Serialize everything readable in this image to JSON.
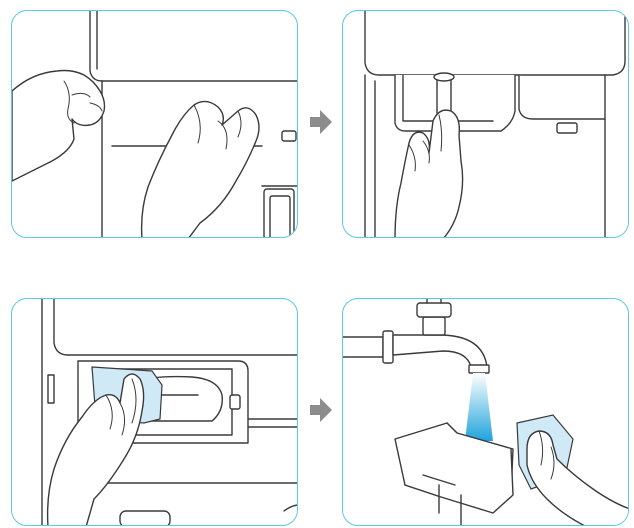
{
  "figure": {
    "panels": [
      {
        "id": "step-1",
        "depicts": "two-hands-gripping-drip-tray-cover"
      },
      {
        "id": "step-2",
        "depicts": "hand-pulling-drip-tray-down"
      },
      {
        "id": "step-3",
        "depicts": "hand-wiping-tray-slot-with-cloth"
      },
      {
        "id": "step-4",
        "depicts": "washing-tray-under-running-faucet"
      }
    ],
    "arrows": [
      "step-arrow-1",
      "step-arrow-2"
    ]
  },
  "colors": {
    "panel_border": "#5cc8e4",
    "line_art": "#3a3a3a",
    "arrow_fill": "#8c8c8c",
    "water_top": "#ffffff",
    "water_bottom": "#1fa3dc",
    "cloth_fill": "#cfeaf6"
  }
}
